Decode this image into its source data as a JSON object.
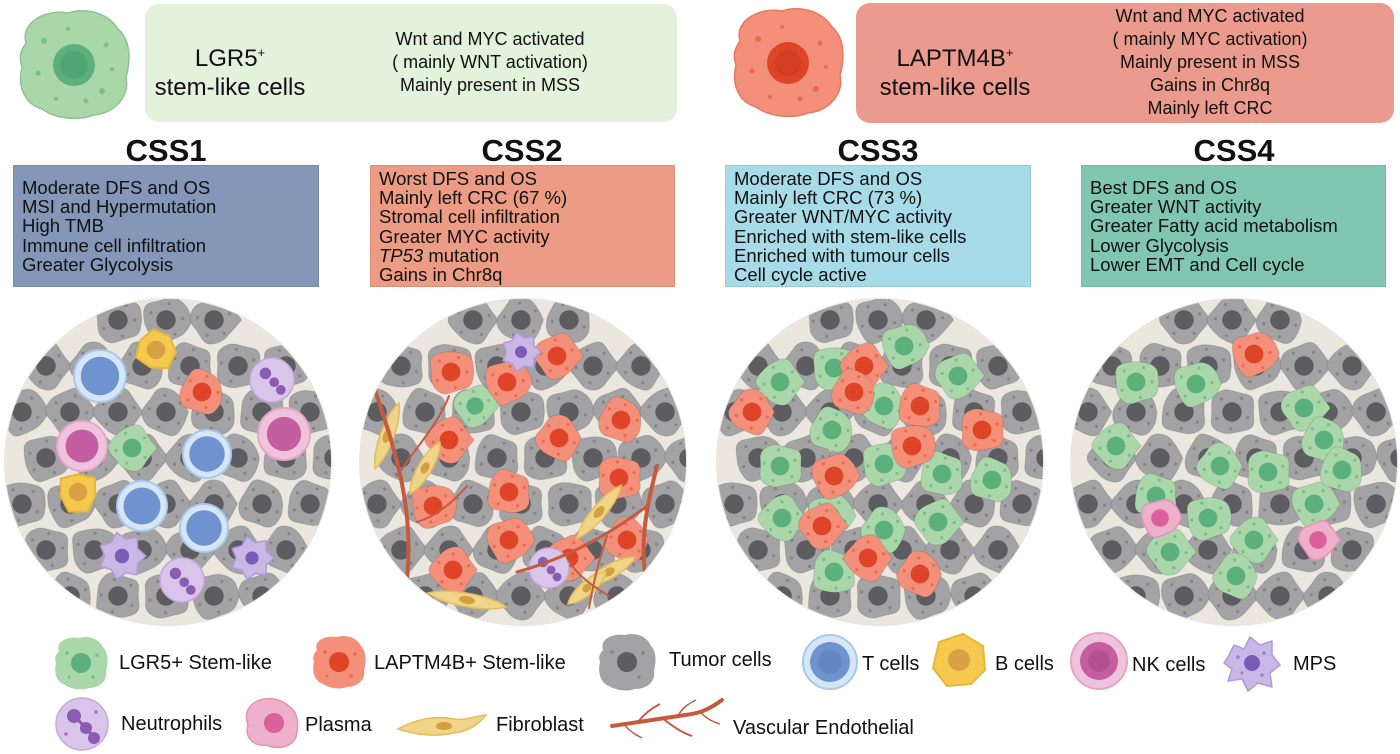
{
  "stem_panels": {
    "lgr5": {
      "title": "LGR5",
      "superscript": "+",
      "subtitle": "stem-like cells",
      "lines": [
        "Wnt and MYC activated",
        "( mainly WNT activation)",
        "Mainly present in MSS"
      ]
    },
    "laptm4b": {
      "title": "LAPTM4B",
      "superscript": "+",
      "subtitle": "stem-like cells",
      "lines": [
        "Wnt and MYC activated",
        "( mainly MYC activation)",
        "Mainly present in MSS",
        "Gains in Chr8q",
        "Mainly left CRC"
      ]
    }
  },
  "subtypes": [
    {
      "title": "CSS1",
      "lines": [
        "Moderate DFS and OS",
        "MSI and Hypermutation",
        "High TMB",
        "Immune cell infiltration",
        "Greater Glycolysis"
      ]
    },
    {
      "title": "CSS2",
      "lines": [
        "Worst DFS and OS",
        "Mainly left CRC (67 %)",
        "Stromal cell infiltration",
        "Greater MYC activity"
      ],
      "italic_gene": "TP53",
      "gene_suffix": " mutation",
      "extra": [
        "Gains in Chr8q"
      ]
    },
    {
      "title": "CSS3",
      "lines": [
        "Moderate DFS and OS",
        "Mainly left CRC (73 %)",
        "Greater WNT/MYC activity",
        "Enriched with stem-like cells",
        "Enriched with tumour cells",
        "Cell cycle active"
      ]
    },
    {
      "title": "CSS4",
      "lines": [
        "Best DFS and OS",
        "Greater WNT activity",
        "Greater Fatty acid metabolism",
        "Lower Glycolysis",
        "Lower EMT and Cell cycle"
      ]
    }
  ],
  "legend": {
    "lgr5": "LGR5+ Stem-like",
    "laptm4b": "LAPTM4B+ Stem-like",
    "tumor": "Tumor cells",
    "t_cells": "T cells",
    "b_cells": "B cells",
    "nk_cells": "NK cells",
    "mps": "MPS",
    "neutrophils": "Neutrophils",
    "plasma": "Plasma",
    "fibroblast": "Fibroblast",
    "vascular": "Vascular Endothelial"
  },
  "colors": {
    "lgr5_fill": "#a9d7a9",
    "lgr5_nucleus": "#5bb07c",
    "laptm4b_fill": "#f4907a",
    "laptm4b_nucleus": "#de4427",
    "tumor_fill": "#a3a3a5",
    "tumor_nucleus": "#5d5d61",
    "t_cell": "#6f93cf",
    "b_cell": "#f5c94e",
    "nk_cell": "#c45ea0",
    "mps": "#9c7fc8",
    "neutrophil": "#a070be",
    "plasma": "#e693b9",
    "fibroblast": "#f0d48a",
    "vascular": "#c55b3e",
    "tumor_bg": "#ebe7df"
  }
}
